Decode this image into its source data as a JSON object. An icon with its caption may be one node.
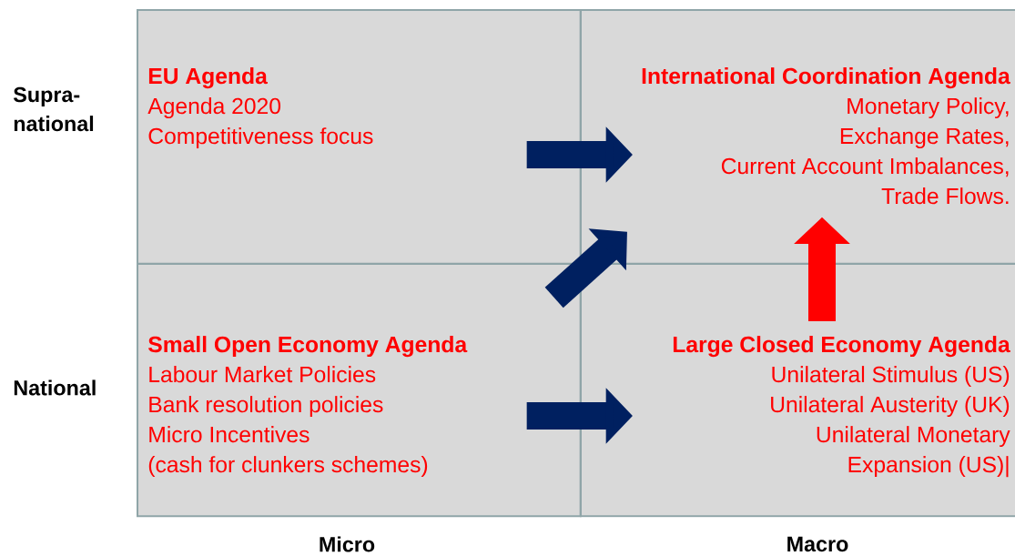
{
  "diagram": {
    "nodes": [
      {
        "text": [
          "EU Agenda",
          "Agenda 2020",
          "Competitiveness focus"
        ]
      },
      {
        "text": [
          "International Coordination Agenda",
          "Monetary Policy,",
          "Exchange Rates,",
          "Current Account Imbalances,",
          "Trade Flows."
        ]
      },
      {
        "text": [
          "Small Open Economy Agenda",
          "Labour Market Policies",
          "Bank resolution policies",
          "Micro Incentives",
          "(cash for clunkers schemes)"
        ]
      },
      {
        "text": [
          "Large Closed Economy Agenda",
          "Unilateral Stimulus (US)",
          "Unilateral Austerity (UK)",
          "Unilateral Monetary",
          "Expansion (US)|"
        ]
      }
    ],
    "edges": [
      {
        "from": 0,
        "to": 1,
        "arrow": "to"
      },
      {
        "from": 2,
        "to": 1,
        "arrow": "to"
      },
      {
        "from": 2,
        "to": 3,
        "arrow": "to"
      },
      {
        "from": 3,
        "to": 1,
        "arrow": "to",
        "color": "#ff0000"
      }
    ],
    "labels": [
      "Supra- national",
      "National",
      "Micro",
      "Macro"
    ]
  }
}
